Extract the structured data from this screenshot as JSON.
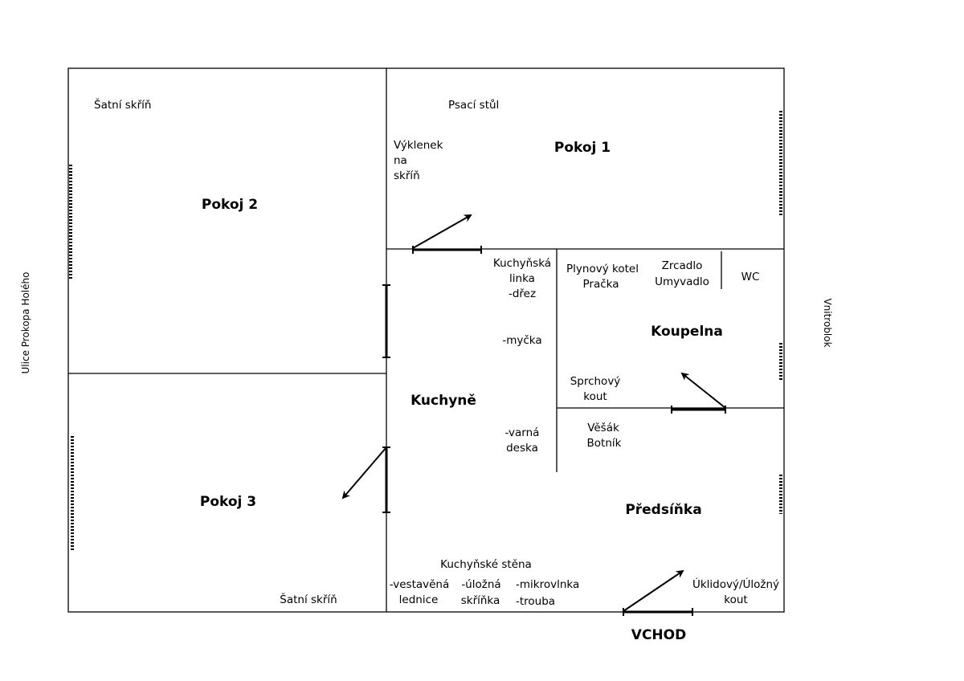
{
  "rooms": {
    "pokoj1": "Pokoj 1",
    "pokoj2": "Pokoj 2",
    "pokoj3": "Pokoj 3",
    "kuchyne": "Kuchyně",
    "koupelna": "Koupelna",
    "predsinka": "Předsíňka"
  },
  "labels": {
    "satni_skrin_top": "Šatní skříň",
    "psaci_stul": "Psací stůl",
    "vyklenek": [
      "Výklenek",
      "na",
      "skříň"
    ],
    "kuchynska_linka": [
      "Kuchyňská",
      "linka",
      "-dřez"
    ],
    "mycka": "-myčka",
    "varna_deska": [
      "-varná",
      "deska"
    ],
    "plynovy_kotel": "Plynový kotel",
    "pracka": "Pračka",
    "zrcadlo": "Zrcadlo",
    "umyvadlo": "Umyvadlo",
    "wc": "WC",
    "sprchovy_kout": [
      "Sprchový",
      "kout"
    ],
    "vesak_botnik": [
      "Věšák",
      "Botník"
    ],
    "kuchynske_stena": "Kuchyňské stěna",
    "lednice": [
      "-vestavěná",
      "lednice"
    ],
    "skrinka": [
      "-úložná",
      "skříňka"
    ],
    "mikrovlnka": [
      "-mikrovlnka",
      "-trouba"
    ],
    "uklidovy_kout": [
      "Úklidový/Úložný",
      "kout"
    ],
    "satni_skrin_bottom": "Šatní skříň",
    "vchod": "VCHOD",
    "ulice": "Ulice Prokopa Holého",
    "vnitroblok": "Vnitroblok"
  }
}
